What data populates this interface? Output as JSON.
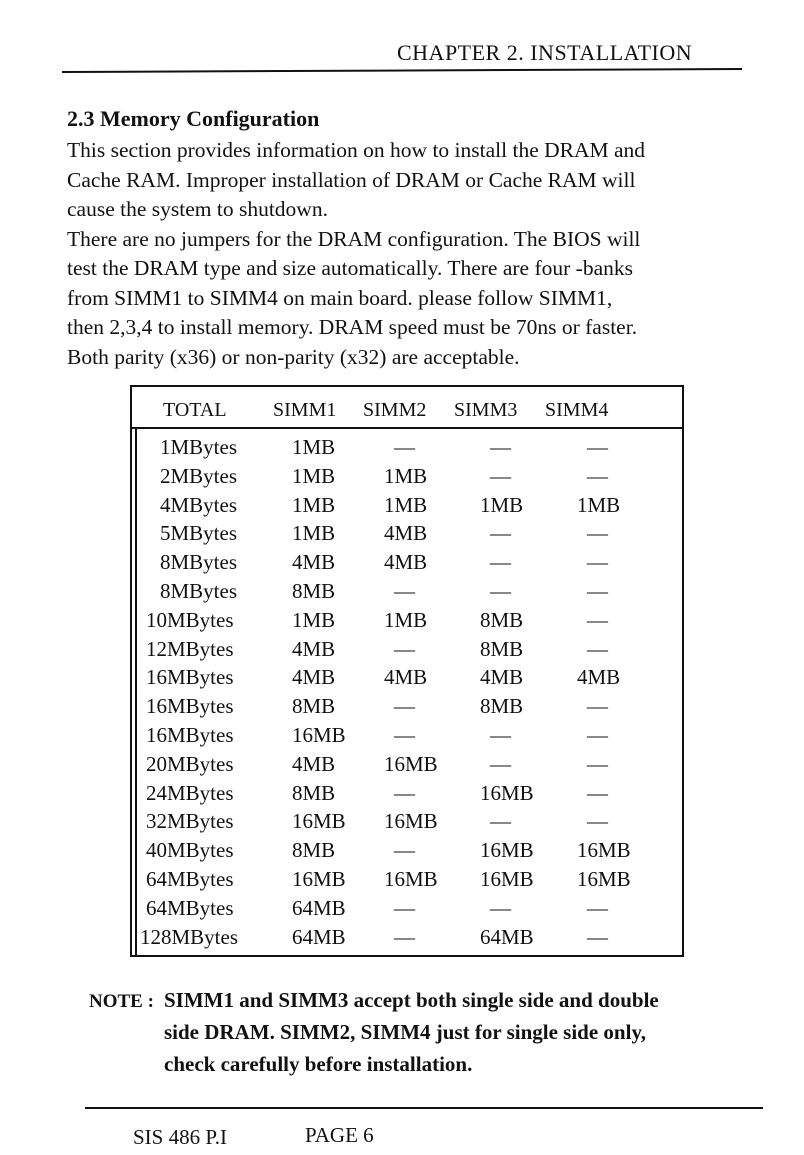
{
  "header": {
    "chapter": "CHAPTER 2. INSTALLATION"
  },
  "section": {
    "title": "2.3 Memory Configuration",
    "lines": [
      "This section provides information on how to install the DRAM and",
      "Cache RAM. Improper installation of DRAM or Cache RAM will",
      "cause the system to shutdown.",
      "There are no jumpers for the DRAM configuration. The BIOS will",
      "test the DRAM type and size automatically. There are four -banks",
      "from SIMM1 to SIMM4 on main board. please follow SIMM1,",
      "then 2,3,4 to install memory.  DRAM speed must be 70ns or faster.",
      "Both parity (x36) or non-parity (x32) are acceptable."
    ]
  },
  "table": {
    "headers": [
      "TOTAL",
      "SIMM1",
      "SIMM2",
      "SIMM3",
      "SIMM4"
    ],
    "rows": [
      [
        "1MBytes",
        "1MB",
        "—",
        "—",
        "—"
      ],
      [
        "2MBytes",
        "1MB",
        "1MB",
        "—",
        "—"
      ],
      [
        "4MBytes",
        "1MB",
        "1MB",
        "1MB",
        "1MB"
      ],
      [
        "5MBytes",
        "1MB",
        "4MB",
        "—",
        "—"
      ],
      [
        "8MBytes",
        "4MB",
        "4MB",
        "—",
        "—"
      ],
      [
        "8MBytes",
        "8MB",
        "—",
        "—",
        "—"
      ],
      [
        "10MBytes",
        "1MB",
        "1MB",
        "8MB",
        "—"
      ],
      [
        "12MBytes",
        "4MB",
        "—",
        "8MB",
        "—"
      ],
      [
        "16MBytes",
        "4MB",
        "4MB",
        "4MB",
        "4MB"
      ],
      [
        "16MBytes",
        "8MB",
        "—",
        "8MB",
        "—"
      ],
      [
        "16MBytes",
        "16MB",
        "—",
        "—",
        "—"
      ],
      [
        "20MBytes",
        "4MB",
        "16MB",
        "—",
        "—"
      ],
      [
        "24MBytes",
        "8MB",
        "—",
        "16MB",
        "—"
      ],
      [
        "32MBytes",
        "16MB",
        "16MB",
        "—",
        "—"
      ],
      [
        "40MBytes",
        "8MB",
        "—",
        "16MB",
        "16MB"
      ],
      [
        "64MBytes",
        "16MB",
        "16MB",
        "16MB",
        "16MB"
      ],
      [
        "64MBytes",
        "64MB",
        "—",
        "—",
        "—"
      ],
      [
        "128MBytes",
        "64MB",
        "—",
        "64MB",
        "—"
      ]
    ]
  },
  "note": {
    "label": "NOTE :",
    "lines": [
      "SIMM1 and SIMM3 accept both single side and double",
      "side DRAM.  SIMM2, SIMM4 just for single side only,",
      "check carefully before installation."
    ]
  },
  "footer": {
    "left": "SIS 486 P.I",
    "right": "PAGE 6"
  }
}
